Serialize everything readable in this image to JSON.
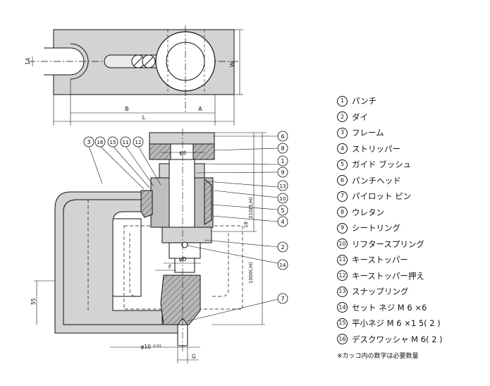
{
  "drawing": {
    "dims": {
      "w": "W",
      "l": "L",
      "a": "A",
      "b": "B",
      "d_small": "φd",
      "d_large": "φD",
      "f": "F",
      "g": "G",
      "shut_height": "210(S.H)",
      "height_1000": "1000(.H)",
      "dim_55": "55",
      "dim_14": "14",
      "dim_18": "18",
      "pin_dia": "φ10",
      "pin_tol": "-0.01"
    },
    "callouts": [
      "1",
      "2",
      "3",
      "4",
      "5",
      "6",
      "7",
      "8",
      "9",
      "10",
      "11",
      "12",
      "13",
      "14",
      "15",
      "16"
    ]
  },
  "legend": {
    "items": [
      {
        "num": "1",
        "label": "パンチ"
      },
      {
        "num": "2",
        "label": "ダイ"
      },
      {
        "num": "3",
        "label": "フレーム"
      },
      {
        "num": "4",
        "label": "ストリッパー"
      },
      {
        "num": "5",
        "label": "ガイド ブッシュ"
      },
      {
        "num": "6",
        "label": "パンチヘッド"
      },
      {
        "num": "7",
        "label": "パイロット ピン"
      },
      {
        "num": "8",
        "label": "ウレタン"
      },
      {
        "num": "9",
        "label": "シートリング"
      },
      {
        "num": "10",
        "label": "リフタースプリング"
      },
      {
        "num": "11",
        "label": "キーストッパー"
      },
      {
        "num": "12",
        "label": "キーストッパー押え"
      },
      {
        "num": "13",
        "label": "スナップリング"
      },
      {
        "num": "14",
        "label": "セット ネジ M 6 ×6"
      },
      {
        "num": "15",
        "label": "平小ネジ M 6 ×1 5( 2 )"
      },
      {
        "num": "16",
        "label": "デスクワッシャ M 6( 2 )"
      }
    ],
    "note": "※カッコ内の数字は必要数量"
  }
}
